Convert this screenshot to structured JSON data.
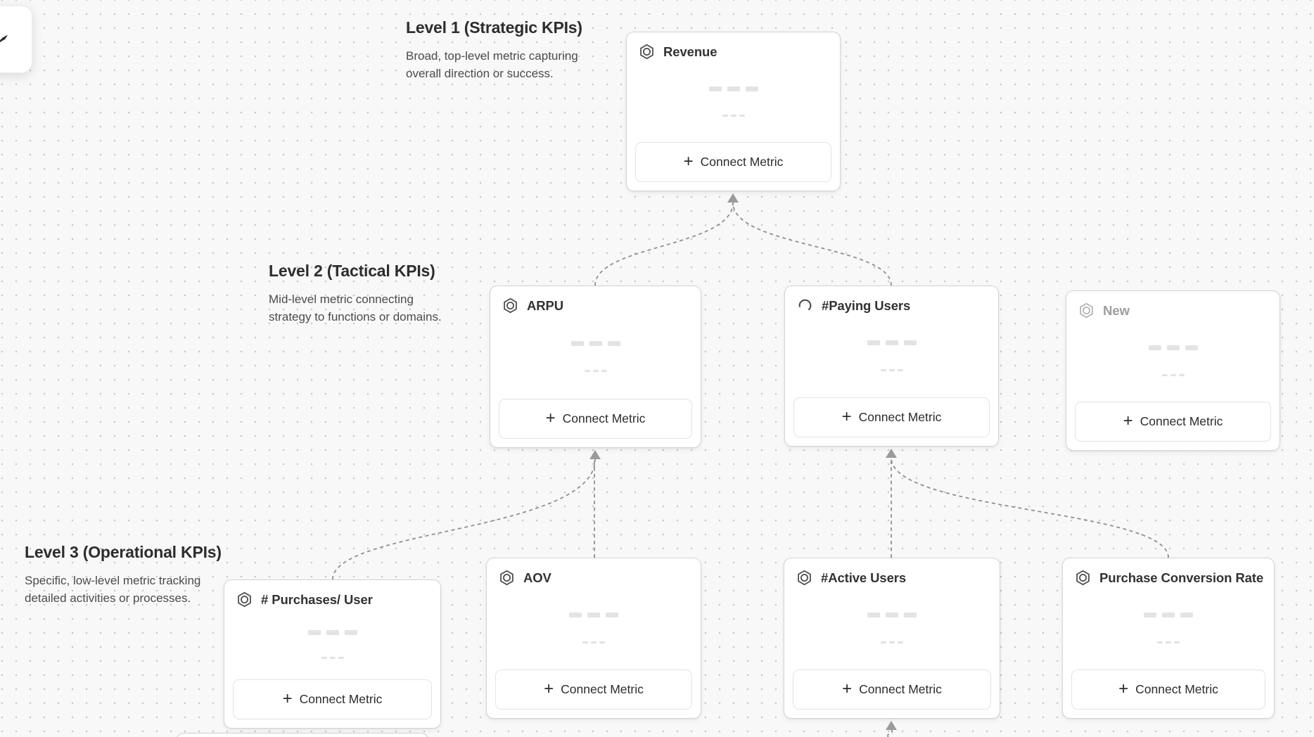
{
  "app": {
    "view": "KPI metric tree canvas"
  },
  "colors": {
    "canvas_background": "#f8f8f8",
    "dot_grid": "#c6c6c6",
    "card_border": "#d4d4d4",
    "card_background": "#ffffff",
    "title_text": "#323232",
    "muted_text": "#9d9d9d",
    "body_text": "#4b4b4b",
    "connector": "#8f8f8f",
    "arrowhead": "#9b9b9b",
    "skeleton": "#e3e3e3"
  },
  "levels": [
    {
      "title": "Level 1 (Strategic KPIs)",
      "description": "Broad, top-level metric capturing overall direction or success."
    },
    {
      "title": "Level 2 (Tactical KPIs)",
      "description": "Mid-level metric connecting strategy to functions or domains."
    },
    {
      "title": "Level 3 (Operational KPIs)",
      "description": "Specific, low-level metric tracking detailed activities or processes."
    }
  ],
  "cards": [
    {
      "id": "revenue",
      "title": "Revenue",
      "icon": "hexagon-badge-icon",
      "state": "default",
      "level": 1,
      "button_label": "Connect Metric"
    },
    {
      "id": "arpu",
      "title": "ARPU",
      "icon": "hexagon-badge-icon",
      "state": "default",
      "level": 2,
      "button_label": "Connect Metric"
    },
    {
      "id": "paying-users",
      "title": "#Paying Users",
      "icon": "spinner-icon",
      "state": "loading",
      "level": 2,
      "button_label": "Connect Metric"
    },
    {
      "id": "new",
      "title": "New",
      "icon": "hexagon-badge-icon",
      "state": "draft",
      "level": 2,
      "button_label": "Connect Metric"
    },
    {
      "id": "purchases-per-user",
      "title": "# Purchases/ User",
      "icon": "hexagon-badge-icon",
      "state": "default",
      "level": 3,
      "button_label": "Connect Metric"
    },
    {
      "id": "aov",
      "title": "AOV",
      "icon": "hexagon-badge-icon",
      "state": "default",
      "level": 3,
      "button_label": "Connect Metric"
    },
    {
      "id": "active-users",
      "title": "#Active Users",
      "icon": "hexagon-badge-icon",
      "state": "default",
      "level": 3,
      "button_label": "Connect Metric"
    },
    {
      "id": "purchase-conversion-rate",
      "title": "Purchase Conversion Rate",
      "icon": "hexagon-badge-icon",
      "state": "default",
      "level": 3,
      "button_label": "Connect Metric"
    }
  ],
  "connections": [
    {
      "from": "arpu",
      "to": "revenue"
    },
    {
      "from": "paying-users",
      "to": "revenue"
    },
    {
      "from": "purchases-per-user",
      "to": "arpu"
    },
    {
      "from": "aov",
      "to": "arpu"
    },
    {
      "from": "active-users",
      "to": "paying-users"
    },
    {
      "from": "purchase-conversion-rate",
      "to": "paying-users"
    },
    {
      "from": "offscreen-bottom",
      "to": "active-users"
    }
  ]
}
